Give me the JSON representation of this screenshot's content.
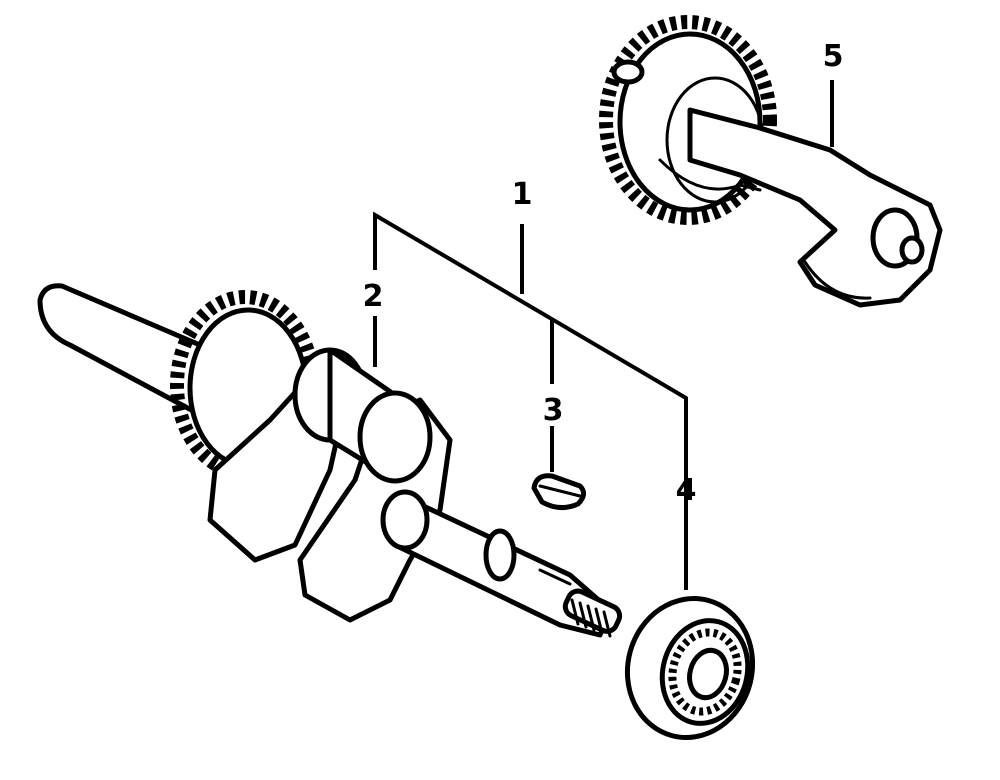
{
  "diagram": {
    "callouts": [
      {
        "id": "1",
        "label": "1"
      },
      {
        "id": "2",
        "label": "2"
      },
      {
        "id": "3",
        "label": "3"
      },
      {
        "id": "4",
        "label": "4"
      },
      {
        "id": "5",
        "label": "5"
      }
    ],
    "colors": {
      "ink": "#000000",
      "paper": "#ffffff"
    }
  }
}
